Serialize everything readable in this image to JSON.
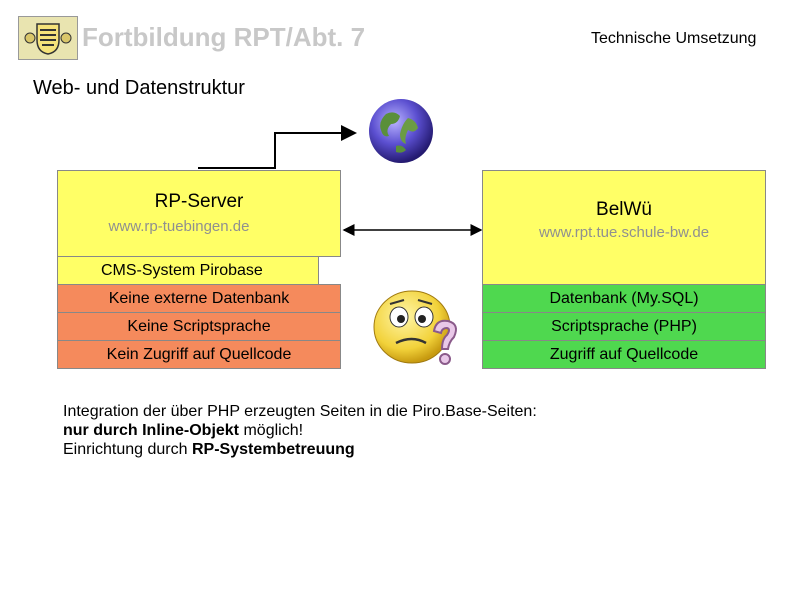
{
  "header": {
    "title": "Fortbildung RPT/Abt. 7",
    "right_title": "Technische Umsetzung"
  },
  "section_title": "Web- und Datenstruktur",
  "rp_server": {
    "title": "RP-Server",
    "url": "www.rp-tuebingen.de",
    "cms": "CMS-System Pirobase",
    "rows": [
      "Keine externe Datenbank",
      "Keine Scriptsprache",
      "Kein Zugriff auf Quellcode"
    ]
  },
  "belwue": {
    "title": "BelWü",
    "url": "www.rpt.tue.schule-bw.de",
    "rows": [
      "Datenbank (My.SQL)",
      "Scriptsprache (PHP)",
      "Zugriff auf Quellcode"
    ]
  },
  "note": {
    "line1": "Integration der über PHP erzeugten Seiten in die Piro.Base-Seiten:",
    "line2_bold": "nur durch Inline-Objekt",
    "line2_rest": " möglich!",
    "line3_plain": "Einrichtung durch ",
    "line3_bold": "RP-Systembetreuung"
  },
  "colors": {
    "yellow": "#ffff66",
    "red": "#f58a5c",
    "green": "#4fd84f",
    "header_gray": "#c8c8c8"
  },
  "icons": [
    "coat-of-arms-logo",
    "globe-icon",
    "confused-smiley-icon"
  ]
}
